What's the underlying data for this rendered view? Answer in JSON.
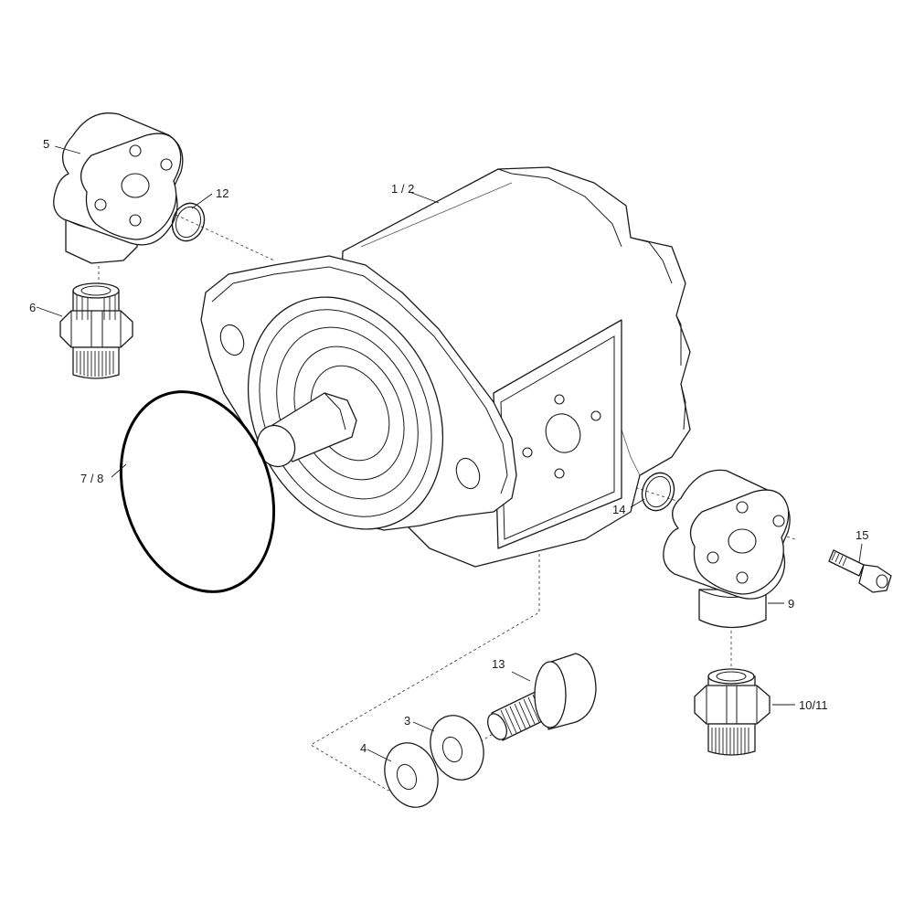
{
  "callouts": {
    "pump": "1 / 2",
    "flange_top": "5",
    "fitting_top": "6",
    "oring_large": "7 / 8",
    "flange_bottom": "9",
    "fitting_bottom": "10/11",
    "seal_top": "12",
    "bolt": "13",
    "seal_bottom": "14",
    "screw": "15",
    "washer_3": "3",
    "washer_4": "4"
  }
}
